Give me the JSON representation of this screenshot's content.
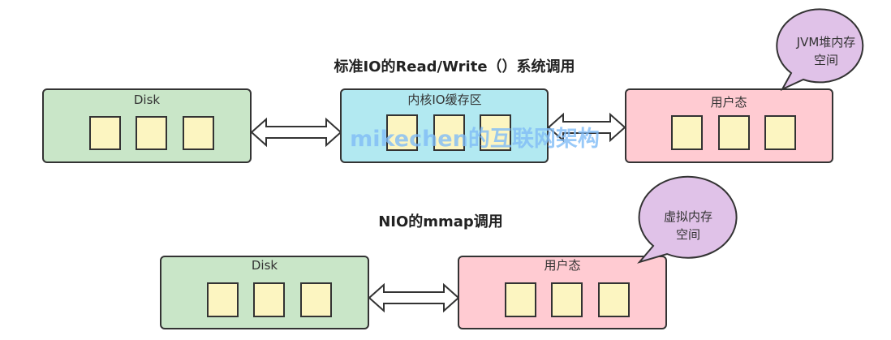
{
  "diagram_1": {
    "title": "标准IO的Read/Write（）系统调用",
    "disk_label": "Disk",
    "kernel_label": "内核IO缓存区",
    "user_label": "用户态",
    "bubble_line1": "JVM堆内存",
    "bubble_line2": "空间"
  },
  "diagram_2": {
    "title": "NIO的mmap调用",
    "disk_label": "Disk",
    "user_label": "用户态",
    "bubble_line1": "虚拟内存",
    "bubble_line2": "空间"
  },
  "watermark": "mikechen的互联网架构",
  "colors": {
    "disk": "#c9e6c8",
    "kernel": "#b2e9f1",
    "user": "#ffcbd2",
    "cell": "#fcf5c1",
    "bubble": "#e0c2e8",
    "watermark": "#7fbcf6"
  }
}
